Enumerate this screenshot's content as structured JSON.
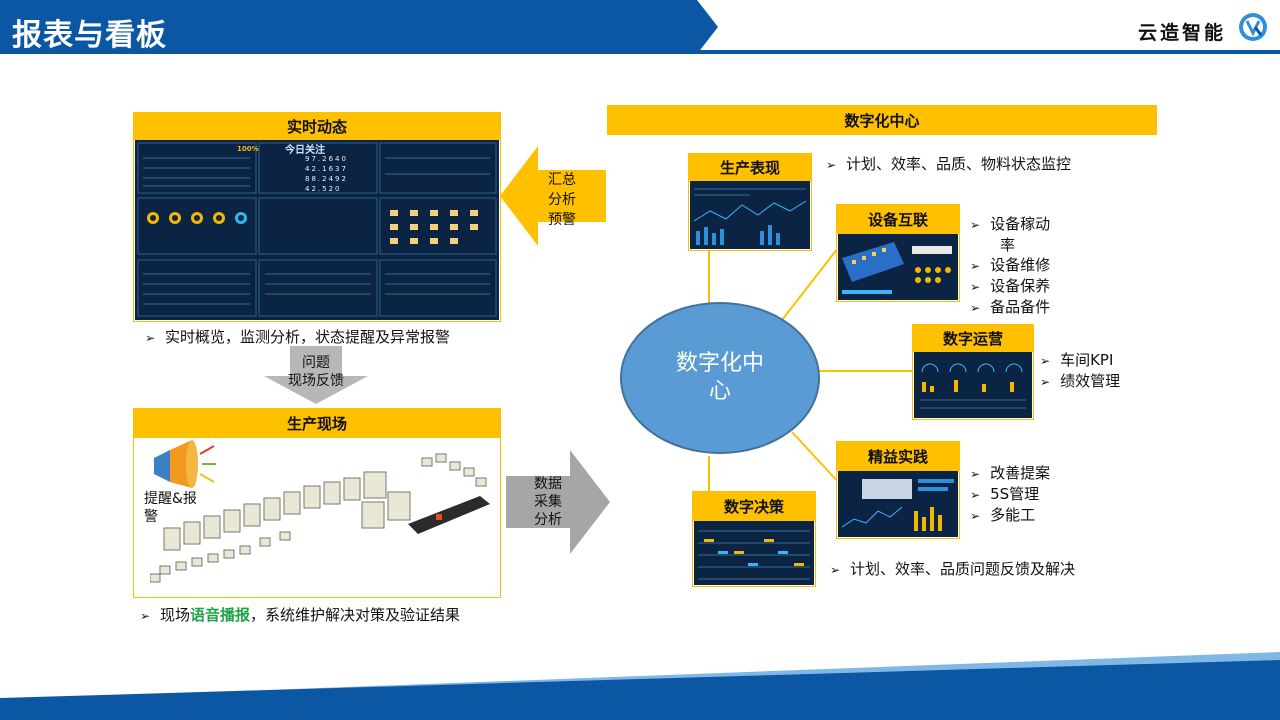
{
  "header": {
    "title": "报表与看板",
    "brand": "云造智能"
  },
  "left": {
    "realtime": {
      "label": "实时动态",
      "bullet": "实时概览，监测分析，状态提醒及异常报警",
      "dash_title": "今日关注",
      "dash_percent": "100%",
      "dash_numbers": [
        "97.2640",
        "42.1637",
        "88.2492",
        "42.520"
      ]
    },
    "arrow_left_text": [
      "汇总",
      "分析",
      "预警"
    ],
    "arrow_down_text": [
      "问题",
      "现场反馈"
    ],
    "site": {
      "label": "生产现场",
      "alert_label": "提醒&报警"
    },
    "bottom_bullet": {
      "prefix": "现场",
      "highlight": "语音播报",
      "suffix": "，系统维护解决对策及验证结果"
    }
  },
  "arrow_right_text": [
    "数据",
    "采集",
    "分析"
  ],
  "right": {
    "center_label": "数字化中心",
    "ellipse_lines": [
      "数字化中",
      "心"
    ],
    "modules": {
      "production": {
        "label": "生产表现",
        "bullets": [
          "计划、效率、品质、物料状态监控"
        ]
      },
      "equipment": {
        "label": "设备互联",
        "bullets": [
          "设备稼动率",
          "设备维修",
          "设备保养",
          "备品备件"
        ],
        "first_bullet_lines": [
          "设备稼动",
          "率"
        ]
      },
      "operation": {
        "label": "数字运营",
        "bullets": [
          "车间KPI",
          "绩效管理"
        ]
      },
      "lean": {
        "label": "精益实践",
        "bullets": [
          "改善提案",
          "5S管理",
          "多能工"
        ]
      },
      "decision": {
        "label": "数字决策",
        "bullets": [
          "计划、效率、品质问题反馈及解决"
        ]
      }
    }
  },
  "colors": {
    "brand_blue": "#0b57a4",
    "accent_yellow": "#ffc000",
    "ellipse_blue": "#5b9bd5",
    "highlight_green": "#1ea34a",
    "dashboard_navy": "#0c2444"
  }
}
